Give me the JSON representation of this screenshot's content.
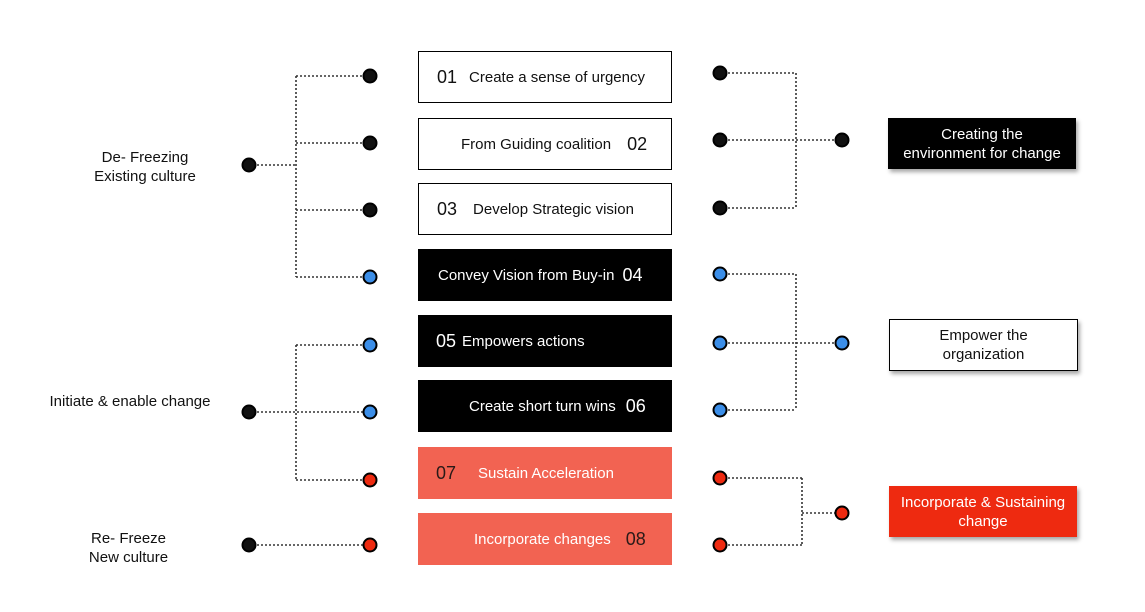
{
  "steps": [
    {
      "num": "01",
      "text": "Create a sense of urgency"
    },
    {
      "num": "02",
      "text": "From Guiding coalition"
    },
    {
      "num": "03",
      "text": "Develop Strategic vision"
    },
    {
      "num": "04",
      "text": "Convey Vision from Buy-in"
    },
    {
      "num": "05",
      "text": "Empowers actions"
    },
    {
      "num": "06",
      "text": "Create short turn wins"
    },
    {
      "num": "07",
      "text": "Sustain Acceleration"
    },
    {
      "num": "08",
      "text": "Incorporate changes"
    }
  ],
  "left_groups": [
    {
      "line1": "De- Freezing",
      "line2": "Existing culture"
    },
    {
      "line1": "Initiate & enable change",
      "line2": ""
    },
    {
      "line1": "Re- Freeze",
      "line2": "New culture"
    }
  ],
  "right_groups": [
    {
      "line1": "Creating the",
      "line2": "environment for change"
    },
    {
      "line1": "Empower the",
      "line2": "organization"
    },
    {
      "line1": "Incorporate & Sustaining",
      "line2": "change"
    }
  ],
  "colors": {
    "black": "#000000",
    "white_box": "#ffffff",
    "red_box": "#f26352",
    "phase_red": "#ee2a10",
    "dot_black": "#111111",
    "dot_blue": "#3b8ee8",
    "dot_red": "#ee2a10"
  }
}
